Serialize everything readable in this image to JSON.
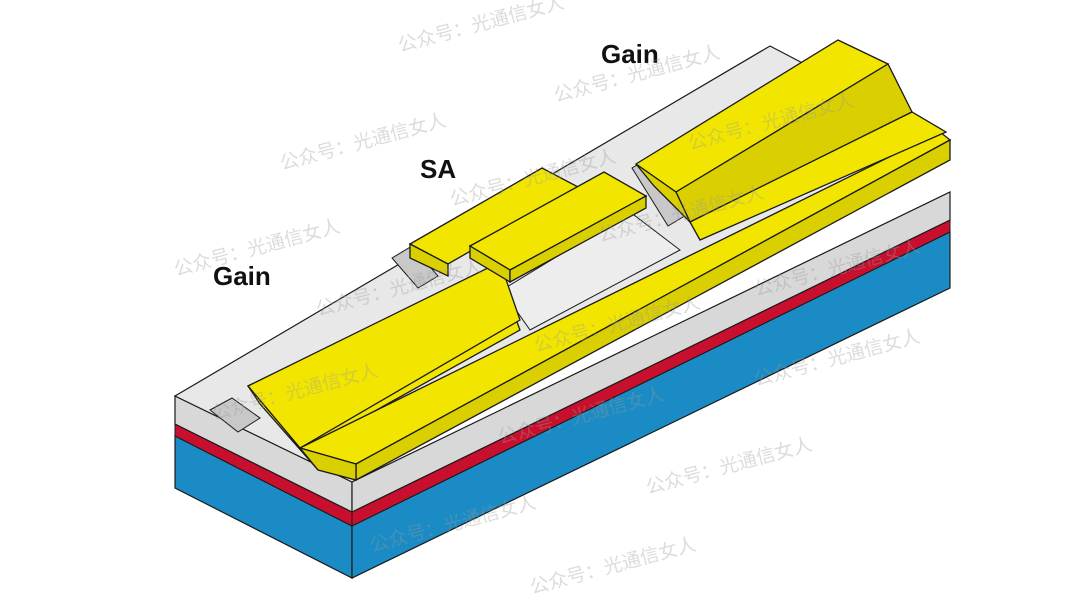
{
  "diagram": {
    "labels": {
      "gain_left": "Gain",
      "sa": "SA",
      "gain_right": "Gain"
    },
    "layers": {
      "substrate": "#1a8bc4",
      "active_layer": "#c8102e",
      "cladding": "#e8e8e8",
      "contact": "#f2e600"
    }
  },
  "watermark": {
    "text": "公众号：光通信女人"
  }
}
